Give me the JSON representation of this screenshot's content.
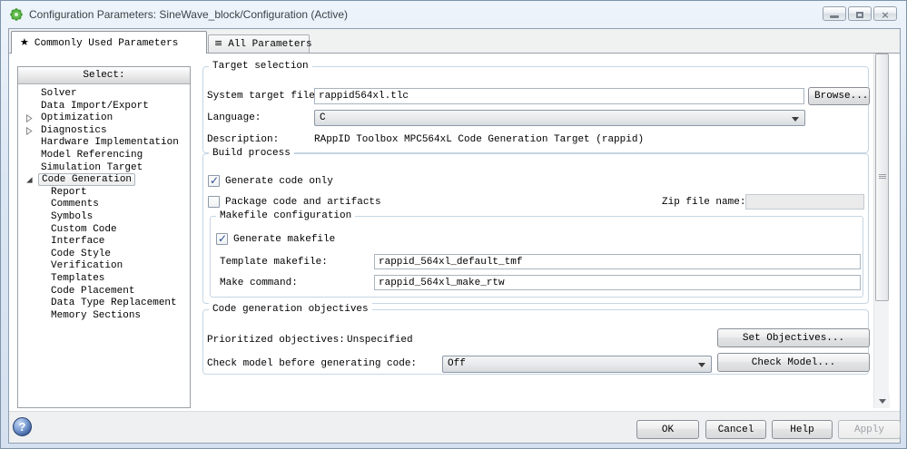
{
  "window": {
    "title": "Configuration Parameters: SineWave_block/Configuration (Active)"
  },
  "icons": {
    "star": "★",
    "list": "≡",
    "help": "?",
    "close": "×"
  },
  "tabs": {
    "commonly_used": "Commonly Used Parameters",
    "all_parameters": "All Parameters"
  },
  "tree": {
    "header": "Select:",
    "items": [
      {
        "label": "Solver",
        "level": 1
      },
      {
        "label": "Data Import/Export",
        "level": 1
      },
      {
        "label": "Optimization",
        "level": 1,
        "state": "collapsed"
      },
      {
        "label": "Diagnostics",
        "level": 1,
        "state": "collapsed"
      },
      {
        "label": "Hardware Implementation",
        "level": 1
      },
      {
        "label": "Model Referencing",
        "level": 1
      },
      {
        "label": "Simulation Target",
        "level": 1
      },
      {
        "label": "Code Generation",
        "level": 1,
        "state": "expanded",
        "selected": true
      },
      {
        "label": "Report",
        "level": 2
      },
      {
        "label": "Comments",
        "level": 2
      },
      {
        "label": "Symbols",
        "level": 2
      },
      {
        "label": "Custom Code",
        "level": 2
      },
      {
        "label": "Interface",
        "level": 2
      },
      {
        "label": "Code Style",
        "level": 2
      },
      {
        "label": "Verification",
        "level": 2
      },
      {
        "label": "Templates",
        "level": 2
      },
      {
        "label": "Code Placement",
        "level": 2
      },
      {
        "label": "Data Type Replacement",
        "level": 2
      },
      {
        "label": "Memory Sections",
        "level": 2
      }
    ]
  },
  "target_selection": {
    "legend": "Target selection",
    "system_target_file_label": "System target file:",
    "system_target_file_value": "rappid564xl.tlc",
    "browse_button": "Browse...",
    "language_label": "Language:",
    "language_value": "C",
    "description_label": "Description:",
    "description_value": "RAppID Toolbox MPC564xL Code Generation Target (rappid)"
  },
  "build_process": {
    "legend": "Build process",
    "generate_code_only_label": "Generate code only",
    "generate_code_only_checked": true,
    "package_code_label": "Package code and artifacts",
    "package_code_checked": false,
    "zip_file_name_label": "Zip file name:",
    "zip_file_name_value": "",
    "makefile": {
      "legend": "Makefile configuration",
      "generate_makefile_label": "Generate makefile",
      "generate_makefile_checked": true,
      "template_makefile_label": "Template makefile:",
      "template_makefile_value": "rappid_564xl_default_tmf",
      "make_command_label": "Make command:",
      "make_command_value": "rappid_564xl_make_rtw"
    }
  },
  "objectives": {
    "legend": "Code generation objectives",
    "prioritized_label": "Prioritized objectives:",
    "prioritized_value": "Unspecified",
    "set_objectives_button": "Set Objectives...",
    "check_model_label": "Check model before generating code:",
    "check_model_value": "Off",
    "check_model_button": "Check Model..."
  },
  "footer": {
    "ok": "OK",
    "cancel": "Cancel",
    "help": "Help",
    "apply": "Apply"
  },
  "colors": {
    "frame": "#dbe6f3",
    "group_border": "#c6d6e4",
    "check_mark": "#2a4e92",
    "app_icon_green": "#62bd4c",
    "help_icon_blue": "#3c5f9c"
  }
}
